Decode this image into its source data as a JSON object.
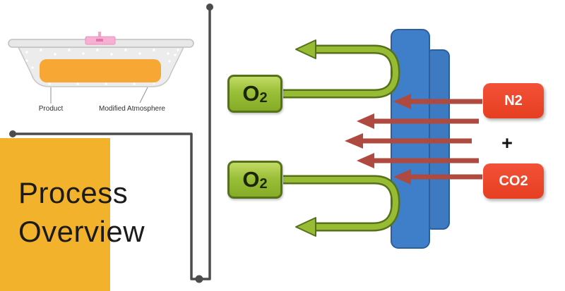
{
  "slide": {
    "title_line1": "Process",
    "title_line2": "Overview"
  },
  "package": {
    "product_label": "Product",
    "atmosphere_label": "Modified Atmosphere"
  },
  "gas_exchange": {
    "o2_top": {
      "symbol": "O",
      "sub": "2"
    },
    "o2_bottom": {
      "symbol": "O",
      "sub": "2"
    },
    "n2_label": "N2",
    "plus": "+",
    "co2_label": "CO2"
  },
  "colors": {
    "yellow_block": "#F2B22C",
    "o2_box_green": "#97BC34",
    "o2_border_green": "#55721A",
    "membrane_blue": "#3F7EC8",
    "membrane_border": "#2C5F9C",
    "inlet_box_red": "#EA452A",
    "inlet_arrow_red": "#AE4A3F",
    "connector_gray": "#4C4C4C",
    "product_orange": "#F7A733",
    "film_pink": "#F6B1D2"
  }
}
